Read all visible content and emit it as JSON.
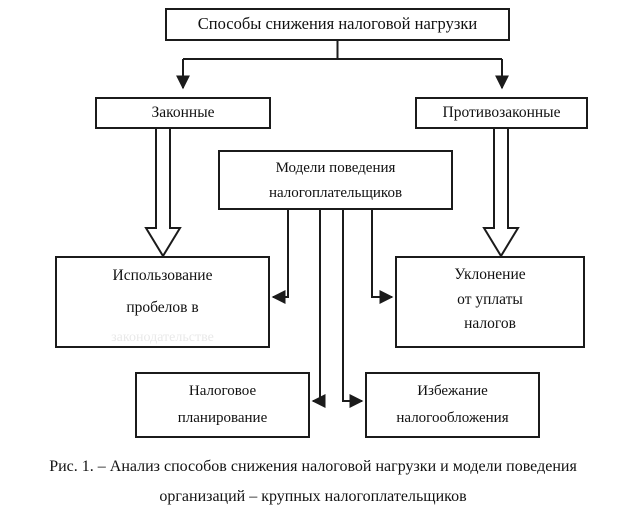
{
  "figure": {
    "caption_line1": "Рис. 1. – Анализ способов снижения налоговой нагрузки и модели поведения",
    "caption_line2": "организаций – крупных налогоплательщиков"
  },
  "colors": {
    "stroke": "#1b1b1b",
    "fill": "#ffffff",
    "text": "#111111",
    "faded_text": "#e9e9e9"
  },
  "nodes": {
    "top": {
      "label": "Способы снижения налоговой нагрузки"
    },
    "legal": {
      "label": "Законные"
    },
    "illegal": {
      "label": "Противозаконные"
    },
    "models": {
      "line1": "Модели поведения",
      "line2": "налогоплательщиков"
    },
    "gaps": {
      "line1": "Использование",
      "line2": "пробелов в",
      "line3": "законодательстве"
    },
    "evasion": {
      "line1": "Уклонение",
      "line2": "от уплаты",
      "line3": "налогов"
    },
    "planning": {
      "line1": "Налоговое",
      "line2": "планирование"
    },
    "avoidance": {
      "line1": "Избежание",
      "line2": "налогообложения"
    }
  },
  "connectors": [
    {
      "name": "top-to-legal",
      "style": "solid-arrow",
      "from": "top",
      "to": "legal"
    },
    {
      "name": "top-to-illegal",
      "style": "solid-arrow",
      "from": "top",
      "to": "illegal"
    },
    {
      "name": "legal-to-gaps",
      "style": "hollow-block-arrow",
      "from": "legal",
      "to": "gaps"
    },
    {
      "name": "illegal-to-evasion",
      "style": "hollow-block-arrow",
      "from": "illegal",
      "to": "evasion"
    },
    {
      "name": "models-to-gaps",
      "style": "solid-arrow",
      "from": "models",
      "to": "gaps"
    },
    {
      "name": "models-to-evasion",
      "style": "solid-arrow",
      "from": "models",
      "to": "evasion"
    },
    {
      "name": "models-to-planning",
      "style": "solid-arrow",
      "from": "models",
      "to": "planning"
    },
    {
      "name": "models-to-avoidance",
      "style": "solid-arrow",
      "from": "models",
      "to": "avoidance"
    }
  ]
}
